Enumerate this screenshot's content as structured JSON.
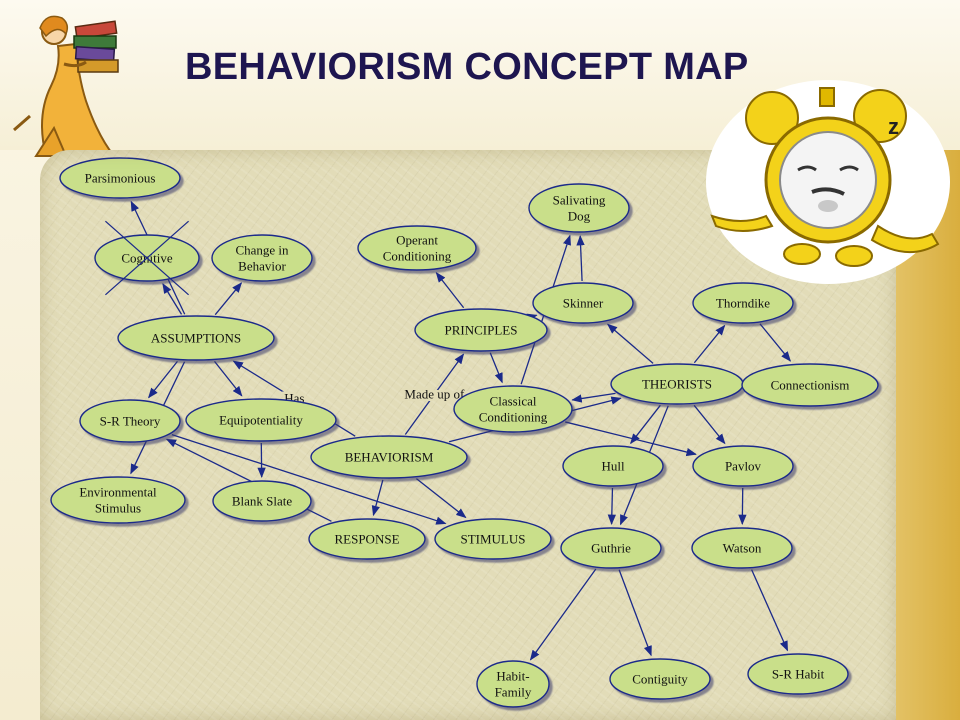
{
  "slide": {
    "title": "BEHAVIORISM CONCEPT MAP"
  },
  "colors": {
    "node_fill": "#c9df8a",
    "node_stroke": "#1b2a8a",
    "edge": "#1b2a8a",
    "title": "#1e1650",
    "panel": "#e2dcb8",
    "accent_gold": "#d9ae3e"
  },
  "decorations": {
    "top_left": "woman-carrying-books-clipart",
    "top_right": "sleeping-alarm-clock-clipart"
  },
  "concept_map": {
    "nodes": [
      {
        "id": "parsimonious",
        "label": [
          "Parsimonious"
        ]
      },
      {
        "id": "cognitive",
        "label": [
          "Cognitive"
        ],
        "crossed_out": true
      },
      {
        "id": "change",
        "label": [
          "Change in",
          "Behavior"
        ]
      },
      {
        "id": "assumptions",
        "label": [
          "ASSUMPTIONS"
        ]
      },
      {
        "id": "srtheory",
        "label": [
          "S-R Theory"
        ]
      },
      {
        "id": "equip",
        "label": [
          "Equipotentiality"
        ]
      },
      {
        "id": "envstim",
        "label": [
          "Environmental",
          "Stimulus"
        ]
      },
      {
        "id": "blank",
        "label": [
          "Blank Slate"
        ]
      },
      {
        "id": "response",
        "label": [
          "RESPONSE"
        ]
      },
      {
        "id": "stimulus",
        "label": [
          "STIMULUS"
        ]
      },
      {
        "id": "behaviorism",
        "label": [
          "BEHAVIORISM"
        ]
      },
      {
        "id": "principles",
        "label": [
          "PRINCIPLES"
        ]
      },
      {
        "id": "operant",
        "label": [
          "Operant",
          "Conditioning"
        ]
      },
      {
        "id": "classical",
        "label": [
          "Classical",
          "Conditioning"
        ]
      },
      {
        "id": "skinner",
        "label": [
          "Skinner"
        ]
      },
      {
        "id": "salivating",
        "label": [
          "Salivating",
          "Dog"
        ]
      },
      {
        "id": "theorists",
        "label": [
          "THEORISTS"
        ]
      },
      {
        "id": "thorndike",
        "label": [
          "Thorndike"
        ]
      },
      {
        "id": "connectionism",
        "label": [
          "Connectionism"
        ]
      },
      {
        "id": "hull",
        "label": [
          "Hull"
        ]
      },
      {
        "id": "pavlov",
        "label": [
          "Pavlov"
        ]
      },
      {
        "id": "guthrie",
        "label": [
          "Guthrie"
        ]
      },
      {
        "id": "watson",
        "label": [
          "Watson"
        ]
      },
      {
        "id": "habitfamily",
        "label": [
          "Habit-",
          "Family"
        ]
      },
      {
        "id": "contiguity",
        "label": [
          "Contiguity"
        ]
      },
      {
        "id": "srhabit",
        "label": [
          "S-R Habit"
        ]
      }
    ],
    "edges": [
      {
        "from": "behaviorism",
        "to": "assumptions",
        "label": "Has"
      },
      {
        "from": "behaviorism",
        "to": "principles",
        "label": "Made up of"
      },
      {
        "from": "behaviorism",
        "to": "theorists"
      },
      {
        "from": "behaviorism",
        "to": "response"
      },
      {
        "from": "behaviorism",
        "to": "stimulus"
      },
      {
        "from": "assumptions",
        "to": "parsimonious"
      },
      {
        "from": "assumptions",
        "to": "cognitive"
      },
      {
        "from": "assumptions",
        "to": "change"
      },
      {
        "from": "assumptions",
        "to": "srtheory"
      },
      {
        "from": "assumptions",
        "to": "equip"
      },
      {
        "from": "assumptions",
        "to": "envstim"
      },
      {
        "from": "equip",
        "to": "blank"
      },
      {
        "from": "srtheory",
        "to": "stimulus"
      },
      {
        "from": "response",
        "to": "srtheory"
      },
      {
        "from": "principles",
        "to": "operant"
      },
      {
        "from": "principles",
        "to": "skinner"
      },
      {
        "from": "principles",
        "to": "classical"
      },
      {
        "from": "classical",
        "to": "salivating"
      },
      {
        "from": "classical",
        "to": "pavlov"
      },
      {
        "from": "skinner",
        "to": "salivating"
      },
      {
        "from": "theorists",
        "to": "skinner"
      },
      {
        "from": "theorists",
        "to": "thorndike"
      },
      {
        "from": "theorists",
        "to": "classical"
      },
      {
        "from": "theorists",
        "to": "hull"
      },
      {
        "from": "theorists",
        "to": "pavlov"
      },
      {
        "from": "theorists",
        "to": "guthrie"
      },
      {
        "from": "thorndike",
        "to": "connectionism"
      },
      {
        "from": "hull",
        "to": "guthrie"
      },
      {
        "from": "guthrie",
        "to": "habitfamily"
      },
      {
        "from": "guthrie",
        "to": "contiguity"
      },
      {
        "from": "pavlov",
        "to": "watson"
      },
      {
        "from": "watson",
        "to": "srhabit"
      }
    ]
  }
}
